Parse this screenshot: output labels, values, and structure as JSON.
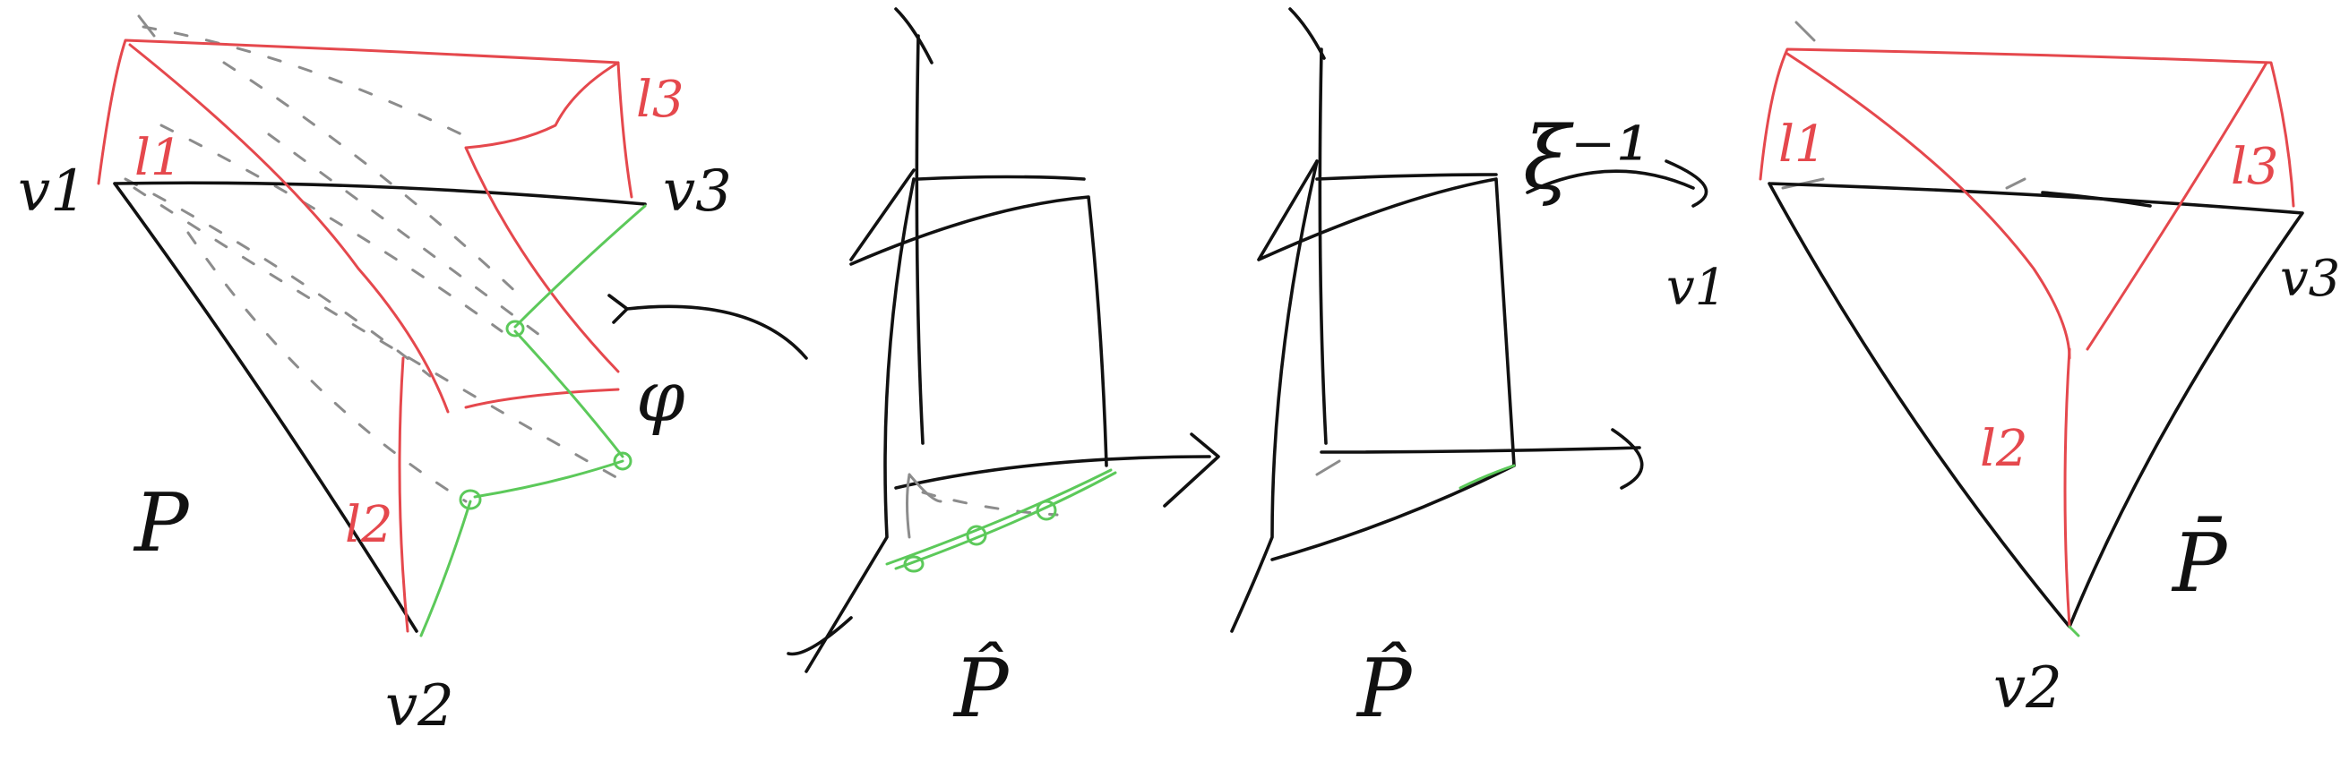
{
  "panels": [
    {
      "id": "polytope-p",
      "labels": {
        "vertex_1": "v1",
        "vertex_2": "v2",
        "vertex_3": "v3",
        "polytope": "P",
        "edge_l1": "l1",
        "edge_l2": "l2",
        "edge_l3": "l3",
        "map_phi": "φ"
      }
    },
    {
      "id": "box-p-hat-left",
      "labels": {
        "polytope": "P̂"
      }
    },
    {
      "id": "box-p-hat-right",
      "labels": {
        "polytope": "P̂",
        "map_xi": "ξ⁻¹"
      }
    },
    {
      "id": "polytope-p-bar",
      "labels": {
        "vertex_1": "v1",
        "vertex_2": "v2",
        "vertex_3": "v3",
        "polytope": "P̄",
        "edge_l1": "l1",
        "edge_l2": "l2",
        "edge_l3": "l3"
      }
    }
  ],
  "colors": {
    "ink": "#111111",
    "edges": "#e5484d",
    "curves": "#5cc95a",
    "hidden": "#8c8c8c"
  },
  "icons": {
    "map_arrow": "curved-arrow"
  }
}
